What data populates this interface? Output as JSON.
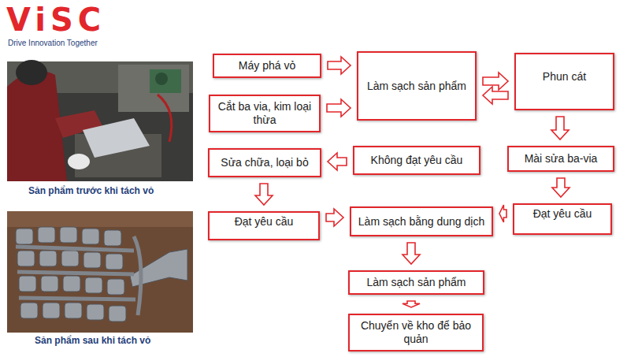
{
  "diagram": {
    "nodes": [
      {
        "text": [
          "Máy phá vỏ"
        ]
      },
      {
        "text": [
          "Làm sạch sản phẩm"
        ]
      },
      {
        "text": [
          "Phun cát"
        ]
      },
      {
        "text": [
          "Cắt ba via, kim loại thừa"
        ]
      },
      {
        "text": [
          "Sửa chữa, loại bỏ"
        ]
      },
      {
        "text": [
          "Không đạt yêu cầu"
        ]
      },
      {
        "text": [
          "Mài sửa ba-via"
        ]
      },
      {
        "text": [
          "Đạt yêu cầu"
        ]
      },
      {
        "text": [
          "Làm sạch bằng dung dịch"
        ]
      },
      {
        "text": [
          "Đạt yêu cầu"
        ]
      },
      {
        "text": [
          "Làm sạch sản phẩm"
        ]
      },
      {
        "text": [
          "Chuyển về kho để bảo quản"
        ]
      }
    ],
    "edges": [
      {
        "from": 0,
        "to": 1,
        "arrow": "to"
      },
      {
        "from": 3,
        "to": 1,
        "arrow": "to"
      },
      {
        "from": 1,
        "to": 2,
        "arrow": "to"
      },
      {
        "from": 2,
        "to": 1,
        "arrow": "to"
      },
      {
        "from": 2,
        "to": 6,
        "arrow": "to"
      },
      {
        "from": 5,
        "to": 4,
        "arrow": "to"
      },
      {
        "from": 6,
        "to": 9,
        "arrow": "to"
      },
      {
        "from": 4,
        "to": 7,
        "arrow": "to"
      },
      {
        "from": 9,
        "to": 8,
        "arrow": "to"
      },
      {
        "from": 7,
        "to": 8,
        "arrow": "to"
      },
      {
        "from": 8,
        "to": 10,
        "arrow": "to"
      },
      {
        "from": 10,
        "to": 11,
        "arrow": "to"
      }
    ],
    "labels": [
      "ViSC",
      "Drive Innovation Together",
      "Sản phẩm trước khi tách vỏ",
      "Sản phẩm sau khi tách vỏ"
    ]
  }
}
